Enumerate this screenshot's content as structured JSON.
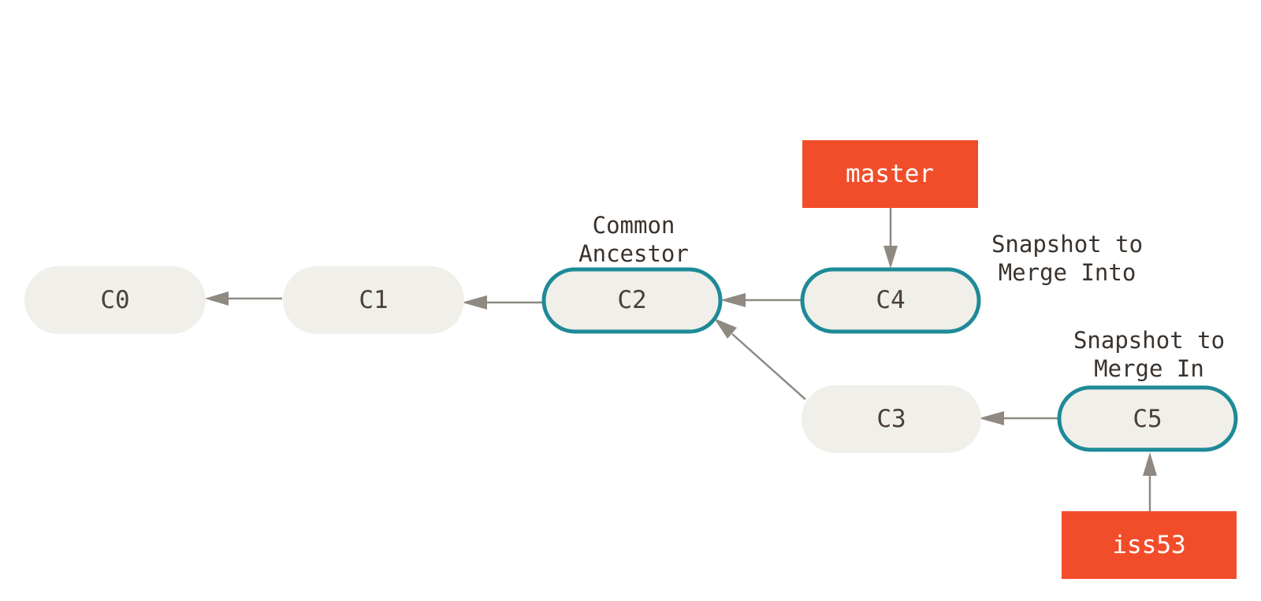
{
  "commits": [
    {
      "id": "c0",
      "label": "C0",
      "highlighted": false
    },
    {
      "id": "c1",
      "label": "C1",
      "highlighted": false
    },
    {
      "id": "c2",
      "label": "C2",
      "highlighted": true
    },
    {
      "id": "c4",
      "label": "C4",
      "highlighted": true
    },
    {
      "id": "c3",
      "label": "C3",
      "highlighted": false
    },
    {
      "id": "c5",
      "label": "C5",
      "highlighted": true
    }
  ],
  "branches": [
    {
      "id": "master",
      "label": "master",
      "points_to": "C4"
    },
    {
      "id": "iss53",
      "label": "iss53",
      "points_to": "C5"
    }
  ],
  "edges": [
    {
      "from": "C1",
      "to": "C0"
    },
    {
      "from": "C2",
      "to": "C1"
    },
    {
      "from": "C4",
      "to": "C2"
    },
    {
      "from": "C3",
      "to": "C2"
    },
    {
      "from": "C5",
      "to": "C3"
    },
    {
      "from": "master",
      "to": "C4"
    },
    {
      "from": "iss53",
      "to": "C5"
    }
  ],
  "notes": {
    "common_ancestor": [
      "Common",
      "Ancestor"
    ],
    "merge_into": [
      "Snapshot to",
      "Merge Into"
    ],
    "merge_in": [
      "Snapshot to",
      "Merge In"
    ]
  },
  "colors": {
    "commit_fill": "#f0efe9",
    "commit_highlight_stroke": "#1e8a98",
    "branch_fill": "#f24d2a",
    "arrow": "#8f8982",
    "text": "#4a4038"
  }
}
